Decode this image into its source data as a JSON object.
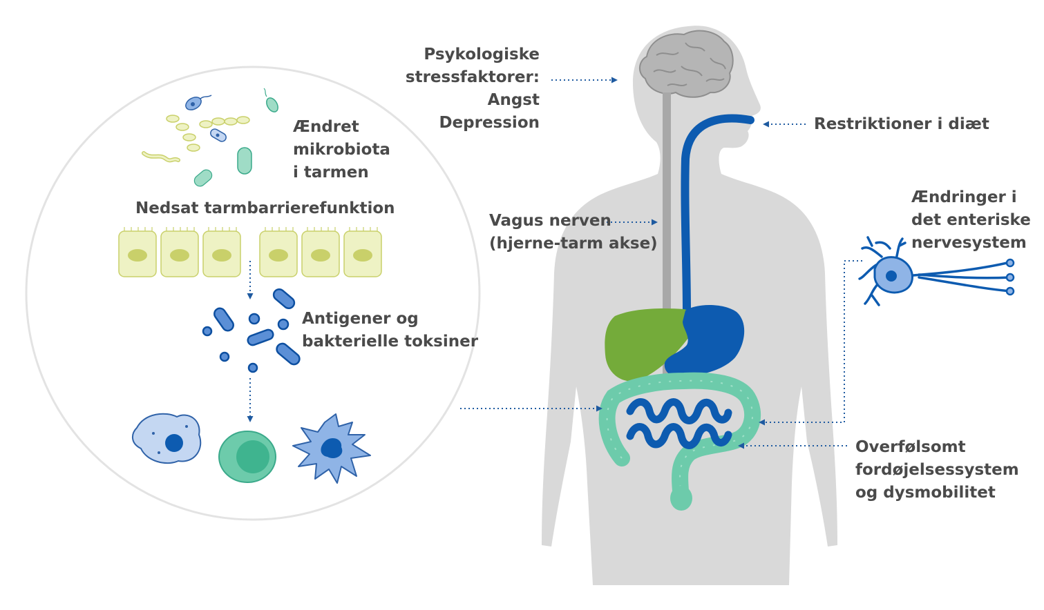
{
  "labels": {
    "microbiota": [
      "Ændret",
      "mikrobiota",
      "i tarmen"
    ],
    "barrier": "Nedsat tarmbarrierefunktion",
    "antigens": [
      "Antigener og",
      "bakterielle toksiner"
    ],
    "stress": [
      "Psykologiske",
      "stressfaktorer:",
      "Angst",
      "Depression"
    ],
    "diet": "Restriktioner i diæt",
    "vagus": [
      "Vagus nerven",
      "(hjerne-tarm akse)"
    ],
    "enteric": [
      "Ændringer i",
      "det enteriske",
      "nervesystem"
    ],
    "sensitive": [
      "Overfølsomt",
      "fordøjelsessystem",
      "og dysmobilitet"
    ]
  },
  "colors": {
    "text": "#4a4a4a",
    "body": "#d9d9d9",
    "brain": "#b5b5b5",
    "nerve": "#a8a8a8",
    "dark_blue": "#0d5bb0",
    "liver_green": "#74ab3a",
    "teal": "#6dcbab",
    "cell_yellow": "#eef2c4",
    "arrow": "#1e5aa0"
  }
}
